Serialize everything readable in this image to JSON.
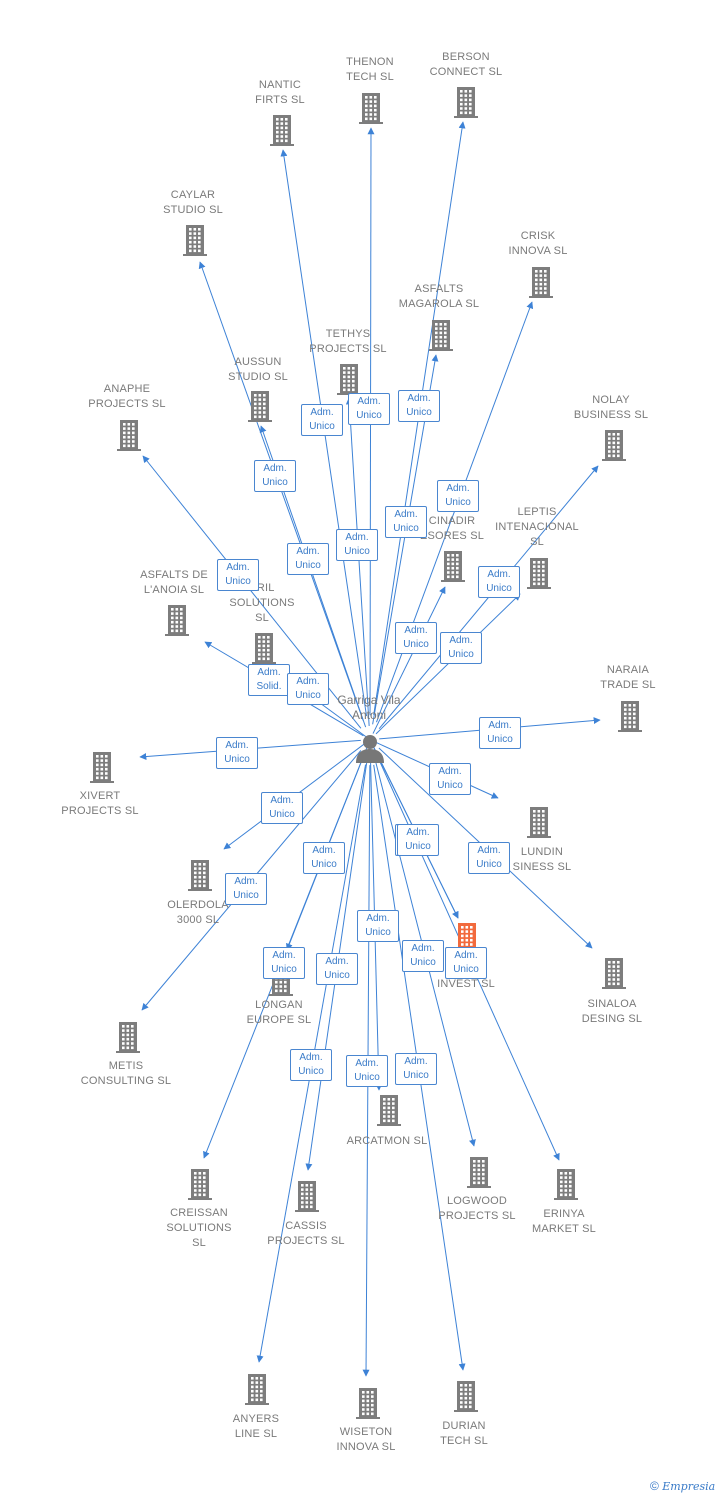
{
  "colors": {
    "edge": "#3d82d6",
    "building": "#7d7d7d",
    "building_highlight": "#f26a3d",
    "label": "#7a7a7a",
    "badge_border": "#4a86d0",
    "badge_text": "#3a7bc8"
  },
  "center": {
    "name_line1": "Garriga Vila",
    "name_line2": "Antoni",
    "icon": "person-icon"
  },
  "watermark": {
    "symbol": "©",
    "brand": "Empresia"
  },
  "companies": [
    {
      "id": "thenon",
      "lines": [
        "THENON",
        "TECH SL"
      ]
    },
    {
      "id": "berson",
      "lines": [
        "BERSON",
        "CONNECT SL"
      ]
    },
    {
      "id": "nantic",
      "lines": [
        "NANTIC",
        "FIRTS SL"
      ]
    },
    {
      "id": "caylar",
      "lines": [
        "CAYLAR",
        "STUDIO SL"
      ]
    },
    {
      "id": "crisk",
      "lines": [
        "CRISK",
        "INNOVA SL"
      ]
    },
    {
      "id": "asfalts_mag",
      "lines": [
        "ASFALTS",
        "MAGAROLA SL"
      ]
    },
    {
      "id": "tethys",
      "lines": [
        "TETHYS",
        "PROJECTS SL"
      ]
    },
    {
      "id": "aussun",
      "lines": [
        "AUSSUN",
        "STUDIO SL"
      ]
    },
    {
      "id": "anaphe",
      "lines": [
        "ANAPHE",
        "PROJECTS SL"
      ]
    },
    {
      "id": "nolay",
      "lines": [
        "NOLAY",
        "BUSINESS SL"
      ]
    },
    {
      "id": "cinadir",
      "lines": [
        "CINADIR",
        "ESORES SL"
      ]
    },
    {
      "id": "leptis",
      "lines": [
        "LEPTIS",
        "INTENACIONAL",
        "SL"
      ]
    },
    {
      "id": "asfalts_ano",
      "lines": [
        "ASFALTS DE",
        "L'ANOIA SL"
      ]
    },
    {
      "id": "bril",
      "lines": [
        "BRIL",
        "SOLUTIONS",
        "SL"
      ]
    },
    {
      "id": "naraia",
      "lines": [
        "NARAIA",
        "TRADE SL"
      ]
    },
    {
      "id": "xivert",
      "lines": [
        "XIVERT",
        "PROJECTS SL"
      ]
    },
    {
      "id": "lundin",
      "lines": [
        "LUNDIN",
        "SINESS SL"
      ]
    },
    {
      "id": "olerdola",
      "lines": [
        "OLERDOLA",
        "3000 SL"
      ]
    },
    {
      "id": "invest",
      "lines": [
        "INVEST SL"
      ]
    },
    {
      "id": "sinaloa",
      "lines": [
        "SINALOA",
        "DESING SL"
      ]
    },
    {
      "id": "longan",
      "lines": [
        "LONGAN",
        "EUROPE SL"
      ]
    },
    {
      "id": "metis",
      "lines": [
        "METIS",
        "CONSULTING SL"
      ]
    },
    {
      "id": "arcatmon",
      "lines": [
        "ARCATMON SL"
      ]
    },
    {
      "id": "creissan",
      "lines": [
        "CREISSAN",
        "SOLUTIONS",
        "SL"
      ]
    },
    {
      "id": "cassis",
      "lines": [
        "CASSIS",
        "PROJECTS SL"
      ]
    },
    {
      "id": "logwood",
      "lines": [
        "LOGWOOD",
        "PROJECTS SL"
      ]
    },
    {
      "id": "erinya",
      "lines": [
        "ERINYA",
        "MARKET SL"
      ]
    },
    {
      "id": "anyers",
      "lines": [
        "ANYERS",
        "LINE SL"
      ]
    },
    {
      "id": "wiseton",
      "lines": [
        "WISETON",
        "INNOVA SL"
      ]
    },
    {
      "id": "durian",
      "lines": [
        "DURIAN",
        "TECH SL"
      ]
    }
  ],
  "relations": [
    {
      "target": "thenon",
      "label": "Adm.\nUnico"
    },
    {
      "target": "berson",
      "label": "Adm.\nUnico"
    },
    {
      "target": "nantic",
      "label": "Adm.\nUnico"
    },
    {
      "target": "caylar",
      "label": "Adm.\nUnico"
    },
    {
      "target": "crisk",
      "label": "Adm.\nUnico"
    },
    {
      "target": "asfalts_mag",
      "label": "Adm.\nUnico"
    },
    {
      "target": "tethys",
      "label": "Adm.\nUnico"
    },
    {
      "target": "aussun",
      "label": "Adm.\nUnico"
    },
    {
      "target": "anaphe",
      "label": "Adm.\nUnico"
    },
    {
      "target": "nolay",
      "label": "Adm.\nUnico"
    },
    {
      "target": "cinadir",
      "label": "Adm.\nUnico"
    },
    {
      "target": "leptis",
      "label": "Adm.\nUnico"
    },
    {
      "target": "asfalts_ano",
      "label": "Adm.\nSolid."
    },
    {
      "target": "bril",
      "label": "Adm.\nUnico"
    },
    {
      "target": "naraia",
      "label": "Adm.\nUnico"
    },
    {
      "target": "xivert",
      "label": "Adm.\nUnico"
    },
    {
      "target": "lundin",
      "label": "Adm.\nUnico"
    },
    {
      "target": "olerdola",
      "label": "Adm.\nUnico"
    },
    {
      "target": "invest",
      "label": "Adm.\nUnico"
    },
    {
      "target": "sinaloa",
      "label": "Adm.\nUnico"
    },
    {
      "target": "longan",
      "label": "Adm.\nUnico"
    },
    {
      "target": "metis",
      "label": "Adm.\nUnico"
    },
    {
      "target": "arcatmon",
      "label": "Adm.\nUnico"
    },
    {
      "target": "creissan",
      "label": "Adm.\nUnico"
    },
    {
      "target": "cassis",
      "label": "Adm.\nUnico"
    },
    {
      "target": "logwood",
      "label": "Adm.\nUnico"
    },
    {
      "target": "erinya",
      "label": "Adm.\nUnico"
    },
    {
      "target": "anyers",
      "label": "Adm.\nUnico"
    },
    {
      "target": "wiseton",
      "label": "Adm.\nUnico"
    },
    {
      "target": "durian",
      "label": "Adm.\nUnico"
    },
    {
      "target": "invest",
      "label": "Adm.\nUnico"
    }
  ]
}
